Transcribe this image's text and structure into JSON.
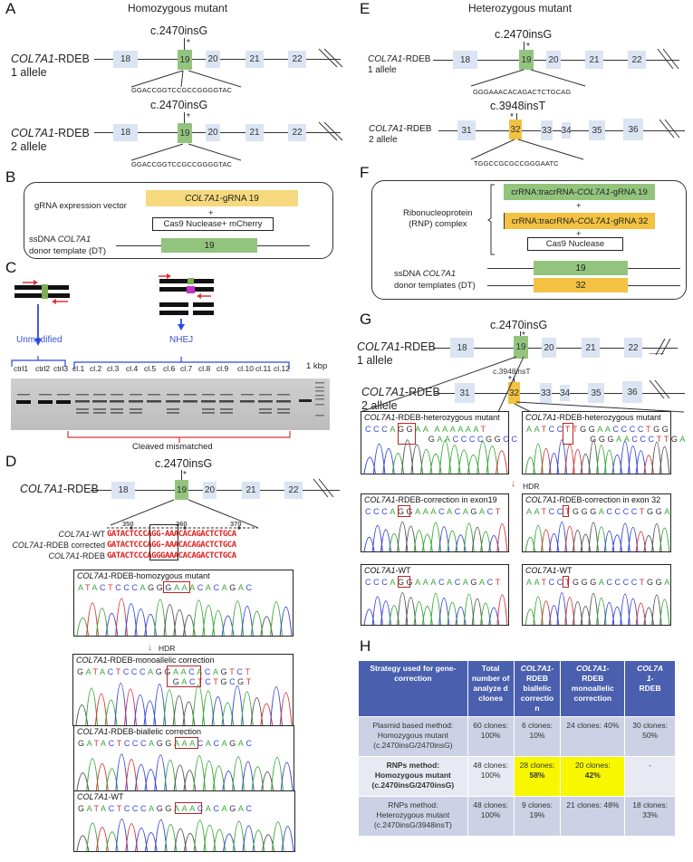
{
  "panels": {
    "A": {
      "letter": "A",
      "title": "Homozygous mutant",
      "allele1": {
        "mutation": "c.2470insG",
        "gene": "COL7A1",
        "suffix": "-RDEB",
        "allele_label": "1 allele",
        "exons": [
          "18",
          "19",
          "20",
          "21",
          "22"
        ],
        "sequence": "GGACCGGTCCGCCGGGGTAC",
        "star": "*"
      },
      "allele2": {
        "mutation": "c.2470insG",
        "gene": "COL7A1",
        "suffix": "-RDEB",
        "allele_label": "2 allele",
        "exons": [
          "18",
          "19",
          "20",
          "21",
          "22"
        ],
        "sequence": "GGACCGGTCCGCCGGGGTAC",
        "star": "*"
      }
    },
    "B": {
      "letter": "B",
      "vector_label": "gRNA expression vector",
      "grna_gene": "COL7A1",
      "grna_suffix": "-gRNA 19",
      "plus": "+",
      "cas9": "Cas9 Nuclease+ mCherry",
      "dt_label_1a": "ssDNA ",
      "dt_label_1b": "COL7A1",
      "dt_label_2": "donor template (DT)",
      "dt_exon": "19"
    },
    "C": {
      "letter": "C",
      "unmodified": "Unmodified",
      "nhej": "NHEJ",
      "lanes": [
        "ctrl1",
        "ctrl2",
        "ctrl3",
        "cl.1",
        "cl.2",
        "cl.3",
        "cl.4",
        "cl.5",
        "cl.6",
        "cl.7",
        "cl.8",
        "cl.9",
        "cl.10",
        "cl.11",
        "cl.12"
      ],
      "ladder": "1 kbp",
      "cleaved": "Cleaved mismatched"
    },
    "D": {
      "letter": "D",
      "mutation": "c.2470insG",
      "gene": "COL7A1",
      "suffix": "-RDEB",
      "exons": [
        "18",
        "19",
        "20",
        "21",
        "22"
      ],
      "star": "*",
      "ruler": [
        "350",
        "360",
        "370"
      ],
      "alignment": [
        {
          "gene": "COL7A1",
          "label": "-WT",
          "seq": "GATACTCCCAGG-AAACACAGACTCTGCA"
        },
        {
          "gene": "COL7A1",
          "label": "-RDEB corrected",
          "seq": "GATACTCCCAGG-AAACACAGACTCTGCA"
        },
        {
          "gene": "COL7A1",
          "label": "-RDEB",
          "seq": "GATACTCCCAGGGAAACACAGACTCTGCA"
        }
      ],
      "chromatograms": [
        {
          "gene": "COL7A1",
          "title": "-RDEB-homozygous mutant",
          "seq1": "ATACTCCCAGGGAAACACAGAC",
          "seq2": ""
        },
        {
          "gene": "COL7A1",
          "title": "-RDEB-monoallelic correction",
          "seq1": "GATACTCCCAGGAACACAGTCT",
          "seq2": "GACTCTGCGT"
        },
        {
          "gene": "COL7A1",
          "title": "-RDEB-biallelic correction",
          "seq1": "GATACTCCCAGGAAACACAGAC",
          "seq2": ""
        },
        {
          "gene": "COL7A1",
          "title": "-WT",
          "seq1": "GATACTCCCAGGAAACACAGAC",
          "seq2": ""
        }
      ],
      "hdr": "HDR"
    },
    "E": {
      "letter": "E",
      "title": "Heterozygous  mutant",
      "allele1": {
        "mutation": "c.2470insG",
        "gene": "COL7A1",
        "suffix": "-RDEB",
        "allele_label": "1 allele",
        "exons": [
          "18",
          "19",
          "20",
          "21",
          "22"
        ],
        "sequence": "GGGAAACACAGACTCTGCAG",
        "star": "*"
      },
      "allele2": {
        "mutation": "c.3948insT",
        "gene": "COL7A1",
        "suffix": "-RDEB",
        "allele_label": "2 allele",
        "exons": [
          "31",
          "32",
          "33",
          "34",
          "35",
          "36"
        ],
        "sequence": "TGGCCGCGCCGGGAATC",
        "star": "*"
      }
    },
    "F": {
      "letter": "F",
      "rnp_label_1": "Ribonucleoprotein",
      "rnp_label_2": "(RNP) complex",
      "grna19_a": "crRNA:tracrRNA-",
      "grna19_gene": "COL7A1",
      "grna19_b": "-gRNA 19",
      "grna32_a": "crRNA:tracrRNA-",
      "grna32_gene": "COL7A1",
      "grna32_b": "-gRNA 32",
      "plus": "+",
      "cas9": "Cas9 Nuclease",
      "dt_label_1a": "ssDNA ",
      "dt_label_1b": "COL7A1",
      "dt_label_2": "donor templates (DT)",
      "dt_exon_1": "19",
      "dt_exon_2": "32"
    },
    "G": {
      "letter": "G",
      "mutation1": "c.2470insG",
      "mutation2": "c.3948insT",
      "allele1": {
        "gene": "COL7A1",
        "suffix": "-RDEB",
        "allele_label": "1 allele",
        "exons": [
          "18",
          "19",
          "20",
          "21",
          "22"
        ]
      },
      "allele2": {
        "gene": "COL7A1",
        "suffix": "-RDEB",
        "allele_label": "2 allele",
        "exons": [
          "31",
          "32",
          "33",
          "34",
          "35",
          "36"
        ]
      },
      "star": "*",
      "hdr": "HDR",
      "chromatograms": [
        {
          "gene": "COL7A1",
          "title": "-RDEB-heterozygous mutant",
          "seq1": "CCCAGGAA AAAAAAT",
          "seq2": "GAACCCCGGCC"
        },
        {
          "gene": "COL7A1",
          "title": "-RDEB-heterozygous mutant",
          "seq1": "AATCCTTGGAACCCCTGG",
          "seq2": "GGGAACCCTTGA"
        },
        {
          "gene": "COL7A1",
          "title": "-RDEB-correction in exon19",
          "seq1": "CCCAGGAAACACAGACT",
          "seq2": ""
        },
        {
          "gene": "COL7A1",
          "title": "-RDEB-correction in exon 32",
          "seq1": "AATCCTGGGACCCCTGGA",
          "seq2": ""
        },
        {
          "gene": "COL7A1",
          "title": "-WT",
          "seq1": "CCCAGGAAACACAGACT",
          "seq2": ""
        },
        {
          "gene": "COL7A1",
          "title": "-WT",
          "seq1": "AATCCTGGGACCCCTGGA",
          "seq2": ""
        }
      ]
    },
    "H": {
      "letter": "H",
      "headers": [
        "Strategy used for gene-correction",
        "Total number of analyze d clones",
        "COL7A1-RDEB biallelic correctio n",
        "COL7A1-RDEB monoallelic correction",
        "COL7A 1-RDEB"
      ],
      "rows": [
        {
          "strategy": [
            "Plasmid based method:",
            "Homozygous mutant",
            "(c.2470insG/2470insG)"
          ],
          "total": "60 clones: 100%",
          "biallelic": "6  clones: 10%",
          "monoallelic": "24 clones: 40%",
          "rdeb": "30 clones: 50%",
          "bold": false
        },
        {
          "strategy": [
            "RNPs method:",
            "Homozygous mutant",
            "(c.2470insG/2470insG)"
          ],
          "total": "48 clones: 100%",
          "biallelic_a": "28 clones:",
          "biallelic_b": "58%",
          "monoallelic_a": "20 clones:",
          "monoallelic_b": "42%",
          "rdeb": "-",
          "bold": true
        },
        {
          "strategy": [
            "RNPs method:",
            "Heterozygous mutant",
            "(c.2470insG/3948insT)"
          ],
          "total": "48 clones: 100%",
          "biallelic": "9 clones: 19%",
          "monoallelic": "21 clones: 48%",
          "rdeb": "18 clones: 33%",
          "bold": false
        }
      ]
    }
  },
  "colors": {
    "exon_default": "#dbe4f2",
    "exon_mut19": "#93c47d",
    "exon_mut32": "#f3c242",
    "grna_yellow": "#f6d97e",
    "table_header": "#4a5fae",
    "table_highlight": "#f7f700",
    "base_A": "#3aa83a",
    "base_T": "#d8343a",
    "base_C": "#3848d8",
    "base_G": "#333333",
    "arrow_red": "#d33333",
    "label_blue": "#3b4fd6"
  }
}
